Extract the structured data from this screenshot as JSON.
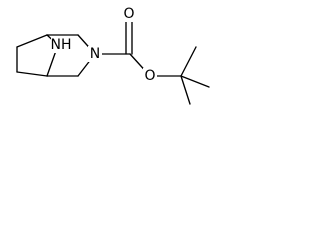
{
  "molecule": {
    "atom_labels": {
      "nh": "NH",
      "n": "N",
      "o_carbonyl": "O",
      "o_ester": "O"
    },
    "colors": {
      "bond": "#000000",
      "background": "#ffffff"
    }
  }
}
